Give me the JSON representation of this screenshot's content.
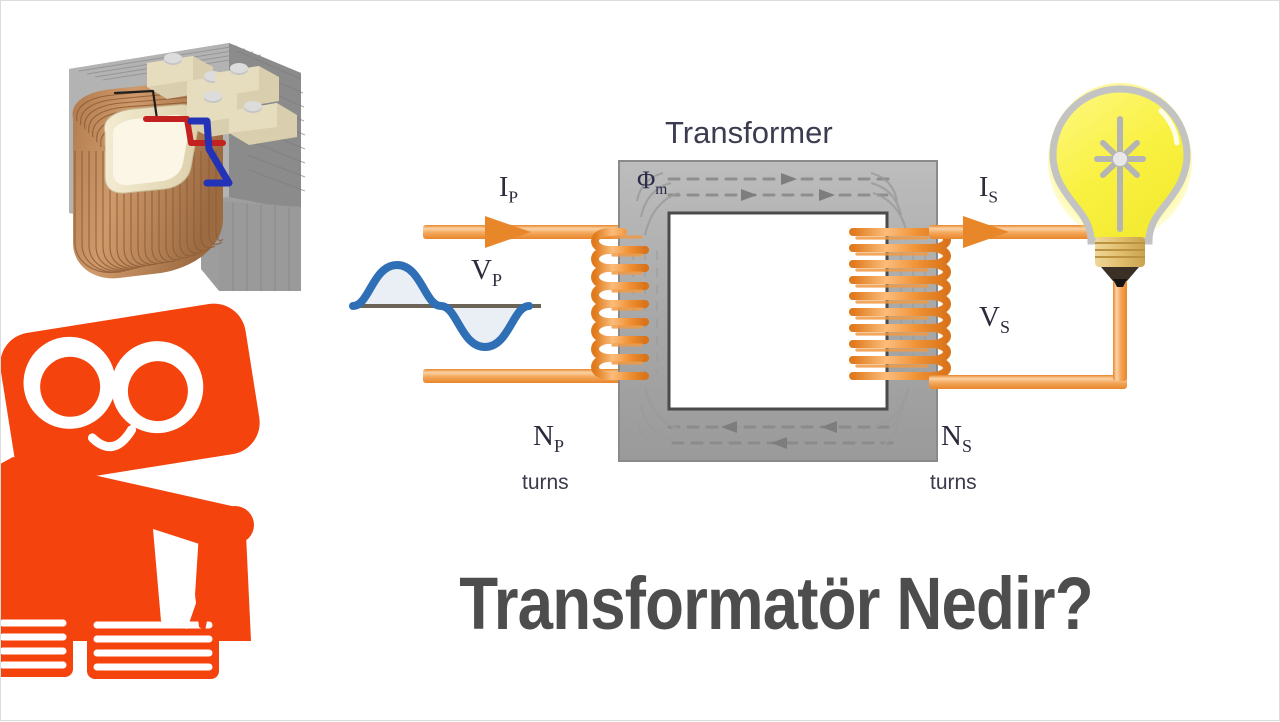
{
  "page": {
    "title": "Transformatör Nedir?",
    "background_color": "#ffffff",
    "border_color": "#dcdcdc",
    "title_color": "#4d4d4d"
  },
  "logo": {
    "name": "orange-robot-writing-logo",
    "color": "#f4430d"
  },
  "photo": {
    "name": "transformer-3d-photo",
    "core_color": "#9a9a9a",
    "winding_color": "#c08457",
    "terminal_color": "#cfc6a8",
    "wire_red": "#cc2222",
    "wire_blue": "#2233bb"
  },
  "diagram": {
    "title": "Transformer",
    "labels": {
      "primary_current": "I",
      "primary_current_sub": "P",
      "primary_voltage": "V",
      "primary_voltage_sub": "P",
      "secondary_current": "I",
      "secondary_current_sub": "S",
      "secondary_voltage": "V",
      "secondary_voltage_sub": "S",
      "primary_turns": "N",
      "primary_turns_sub": "P",
      "primary_turns_word": "turns",
      "secondary_turns": "N",
      "secondary_turns_sub": "S",
      "secondary_turns_word": "turns",
      "flux": "Φ",
      "flux_sub": "m"
    },
    "colors": {
      "wire": "#e8862a",
      "wire_fill": "#f7b977",
      "coil": "#ef8b2c",
      "core": "#a8a8a8",
      "core_edge": "#6e6e6e",
      "flux_arrow": "#7d7d7d",
      "sine_wave": "#2f6fb5",
      "sine_fill": "#e9edf4",
      "axis": "#6b6356",
      "bulb_glass": "#faf24a",
      "bulb_outline": "#c3c3c3",
      "bulb_base": "#e7c77a"
    },
    "primary_coil_turns": 9,
    "secondary_coil_turns": 12
  }
}
